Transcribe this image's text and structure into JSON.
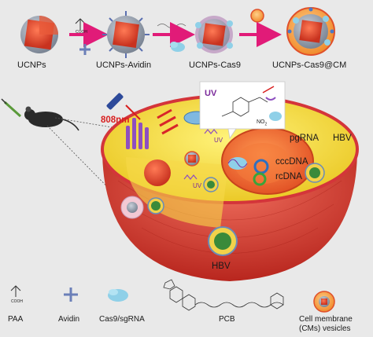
{
  "colors": {
    "background": "#e9e9e9",
    "arrow": "#e11b78",
    "red_text": "#d81e1e",
    "cell_red": "#d73a2f",
    "cytoplasm": "#f4e23a",
    "nucleus": "#f1632a",
    "uv": "#7a2a9a"
  },
  "top_row": {
    "ucnps": "UCNPs",
    "ucnps_avidin": "UCNPs-Avidin",
    "ucnps_cas9": "UCNPs-Cas9",
    "ucnps_cas9_cm": "UCNPs-Cas9@CM",
    "cooh": "COOH"
  },
  "cell_diagram": {
    "laser": "808nm",
    "uv_label": "UV",
    "uv_small_1": "UV",
    "uv_small_2": "UV",
    "pgrna": "pgRNA",
    "hbv_right": "HBV",
    "cccdna": "cccDNA",
    "rcdna": "rcDNA",
    "hbv_bottom": "HBV",
    "no2": "NO",
    "no2_sub": "2"
  },
  "legend": {
    "paa": "PAA",
    "paa_cooh": "COOH",
    "avidin": "Avidin",
    "cas9_sgrna": "Cas9/sgRNA",
    "pcb": "PCB",
    "cell_membrane_line1": "Cell membrane",
    "cell_membrane_line2": "(CMs) vesicles"
  }
}
